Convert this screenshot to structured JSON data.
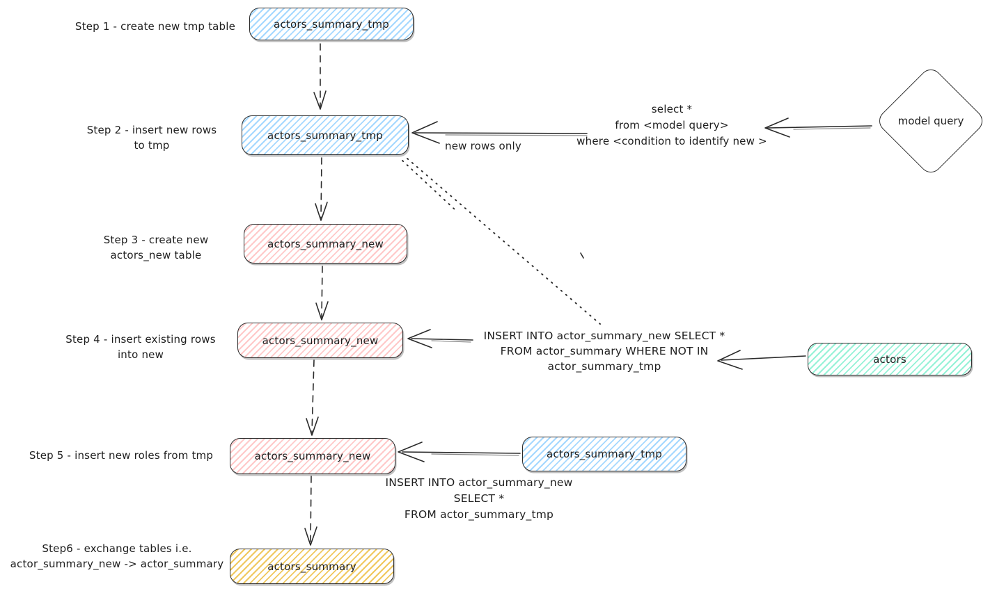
{
  "colors": {
    "stroke": "#2b2b2b",
    "text": "#1e1e1e",
    "blue_hatch": "#a5d8ff",
    "pink_hatch": "#ffc9c9",
    "green_hatch": "#96f2d7",
    "yellow_hatch": "#f0c85e"
  },
  "nodes": {
    "step1_box": "actors_summary_tmp",
    "step2_box": "actors_summary_tmp",
    "step3_box": "actors_summary_new",
    "step4_box": "actors_summary_new",
    "step5_box": "actors_summary_new",
    "step6_box": "actors_summary",
    "actors_source_box": "actors",
    "tmp_source_box": "actors_summary_tmp",
    "model_query_diamond": "model query"
  },
  "step_labels": {
    "step1": {
      "line1": "Step 1 - create new tmp table"
    },
    "step2": {
      "line1": "Step 2 - insert new rows",
      "line2": "to tmp"
    },
    "step3": {
      "line1": "Step 3 - create new",
      "line2": "actors_new table"
    },
    "step4": {
      "line1": "Step 4 - insert existing rows",
      "line2": "into new"
    },
    "step5": {
      "line1": "Step 5 - insert new roles from tmp"
    },
    "step6": {
      "line1": "Step6 - exchange tables i.e.",
      "line2": "actor_summary_new -> actor_summary"
    }
  },
  "annotations": {
    "model_select_query": {
      "line1": "select *",
      "line2": "from <model query>",
      "line3": "where <condition to identify new >"
    },
    "new_rows_only": "new rows only",
    "insert_existing_query": {
      "line1": "INSERT INTO actor_summary_new SELECT *",
      "line2": "FROM actor_summary WHERE NOT IN",
      "line3": "actor_summary_tmp"
    },
    "insert_from_tmp_query": {
      "line1": "INSERT INTO actor_summary_new",
      "line2": "SELECT *",
      "line3": "FROM actor_summary_tmp"
    }
  }
}
